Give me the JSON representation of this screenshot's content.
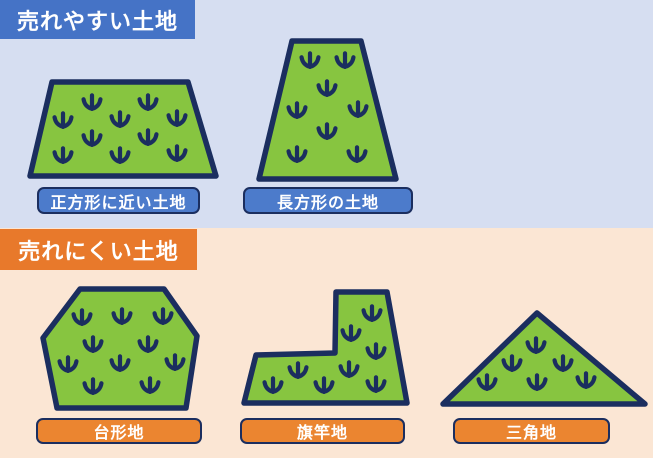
{
  "sections": {
    "easy": {
      "title": "売れやすい土地",
      "items": [
        {
          "label": "正方形に近い土地",
          "shape": "near-square-trapezoid"
        },
        {
          "label": "長方形の土地",
          "shape": "tall-rectangle-trapezoid"
        }
      ]
    },
    "hard": {
      "title": "売れにくい土地",
      "items": [
        {
          "label": "台形地",
          "shape": "trapezoid-hexagon"
        },
        {
          "label": "旗竿地",
          "shape": "flagpole-l-shape"
        },
        {
          "label": "三角地",
          "shape": "triangle"
        }
      ]
    }
  },
  "icons": {
    "grass": "grass-tuft-down-arrow"
  },
  "colors": {
    "easy_bg": "#D6DEF1",
    "hard_bg": "#FBE6D4",
    "easy_header": "#4573C6",
    "easy_badge": "#4C7BCB",
    "hard_header": "#E8792B",
    "hard_badge": "#EB8530",
    "land_green": "#87C540",
    "outline_navy": "#1B2E5F",
    "label_text": "#FFFFFF"
  }
}
